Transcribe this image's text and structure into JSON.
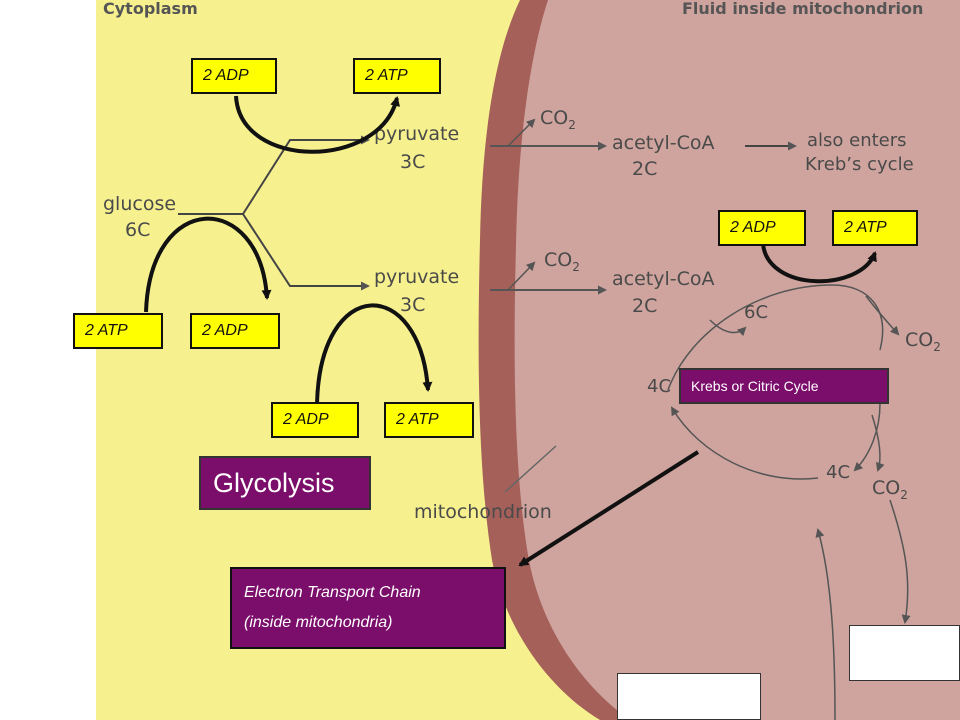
{
  "regions": {
    "cytoplasm": "Cytoplasm",
    "fluid": "Fluid inside mitochondrion"
  },
  "molecules": {
    "glucose": "glucose",
    "glucose_carbons": "6C",
    "pyruvate": "pyruvate",
    "pyruvate_carbons": "3C",
    "co2": "CO",
    "co2_sub": "2",
    "acetyl": "acetyl-CoA",
    "acetyl_carbons": "2C",
    "also_enters": "also enters",
    "krebs_cycle": "Kreb’s cycle",
    "six_c": "6C",
    "four_c": "4C",
    "mitochondrion": "mitochondrion"
  },
  "boxes": {
    "adp": "2 ADP",
    "atp": "2 ATP",
    "krebs": "Krebs or Citric Cycle",
    "glycolysis": "Glycolysis",
    "etc_line1": "Electron Transport Chain",
    "etc_line2": "(inside mitochondria)"
  },
  "colors": {
    "page_yellow": "#f6f18e",
    "mito_outer": "#a5605a",
    "mito_inner": "#cfa49e",
    "box_yellow": "#ffff00",
    "box_purple": "#7b0d6b"
  }
}
